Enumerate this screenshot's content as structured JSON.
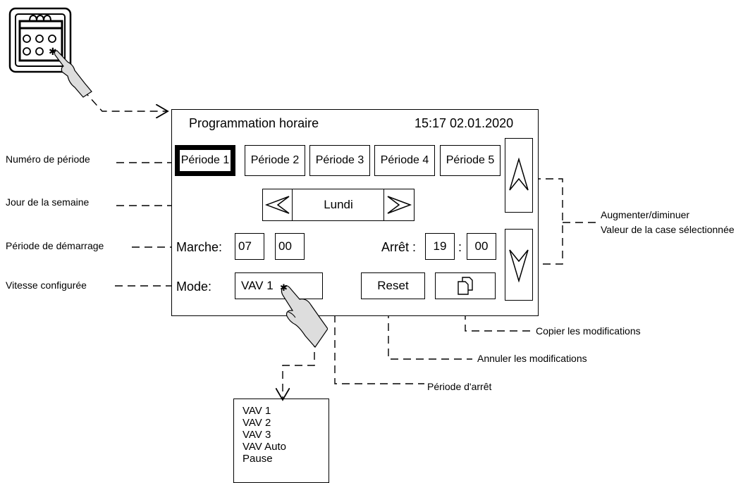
{
  "screen": {
    "title": "Programmation horaire",
    "datetime": "15:17  02.01.2020",
    "periods": [
      "Période 1",
      "Période 2",
      "Période 3",
      "Période 4",
      "Période 5"
    ],
    "active_period": 0,
    "day": "Lundi",
    "start_label": "Marche:",
    "start_hour": "07",
    "start_minute": "00",
    "stop_label": "Arrêt :",
    "stop_hour": "19",
    "stop_separator": ":",
    "stop_minute": "00",
    "mode_label": "Mode:",
    "mode_value": "VAV 1",
    "reset_label": "Reset",
    "copy_icon": "copy-icon",
    "up_icon": "arrow-up-icon",
    "down_icon": "arrow-down-icon",
    "prev_icon": "arrow-left-icon",
    "next_icon": "arrow-right-icon"
  },
  "annotations": {
    "period_number": "Numéro de période",
    "weekday": "Jour de la semaine",
    "start_period": "Période de démarrage",
    "configured_speed": "Vitesse configurée",
    "increase_decrease": "Augmenter/diminuer",
    "selected_value": "Valeur de la case sélectionnée",
    "copy_changes": "Copier les modifications",
    "cancel_changes": "Annuler les modifications",
    "stop_period": "Période d'arrêt"
  },
  "dropdown": {
    "options": [
      "VAV 1",
      "VAV 2",
      "VAV 3",
      "VAV Auto",
      "Pause"
    ]
  },
  "device_icon": "calendar-keypad-icon",
  "hand_icon": "pointing-hand-icon"
}
